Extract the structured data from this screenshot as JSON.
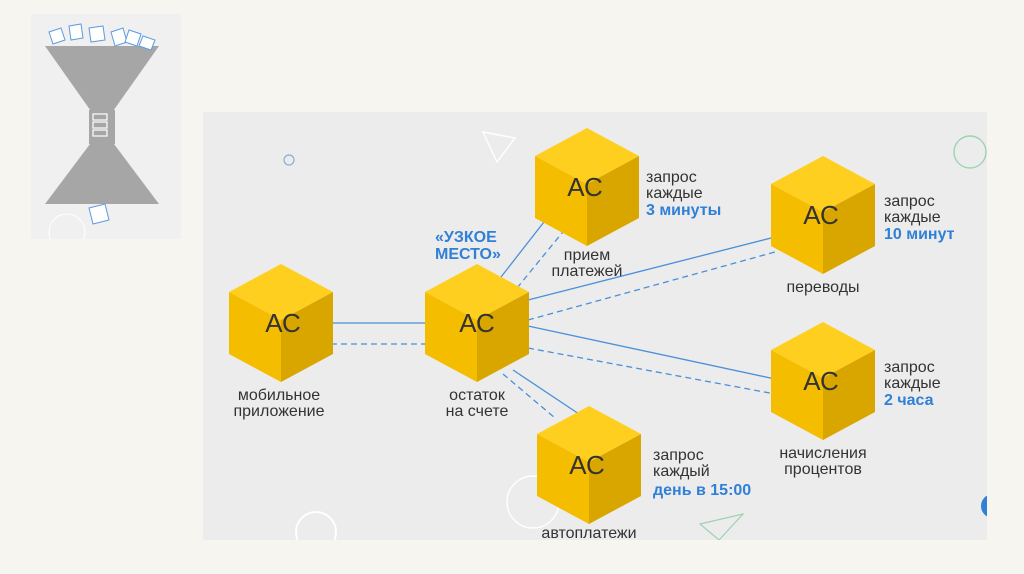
{
  "colors": {
    "page_bg": "#f7f5ef",
    "panel_bg": "#ececec",
    "cube_top": "#ffcf1f",
    "cube_left": "#f5bd00",
    "cube_right": "#d9a600",
    "line": "#4a90d9",
    "highlight": "#2f80d6",
    "funnel": "#a6a6a6"
  },
  "thumbnail": {
    "icons": [
      "document-icon",
      "server-icon"
    ]
  },
  "diagram": {
    "bottleneck_label": [
      "«УЗКОЕ",
      "МЕСТО»"
    ],
    "nodes": [
      {
        "id": "mobile",
        "cube_label": "АС",
        "caption": [
          "мобильное",
          "приложение"
        ]
      },
      {
        "id": "balance",
        "cube_label": "АС",
        "caption": [
          "остаток",
          "на счете"
        ]
      },
      {
        "id": "payments",
        "cube_label": "АС",
        "caption": [
          "прием",
          "платежей"
        ],
        "note": [
          "запрос",
          "каждые"
        ],
        "note_highlight": "3 минуты"
      },
      {
        "id": "transfers",
        "cube_label": "АС",
        "caption": [
          "переводы"
        ],
        "note": [
          "запрос",
          "каждые"
        ],
        "note_highlight": "10 минут"
      },
      {
        "id": "interest",
        "cube_label": "АС",
        "caption": [
          "начисления",
          "процентов"
        ],
        "note": [
          "запрос",
          "каждые"
        ],
        "note_highlight": "2 часа"
      },
      {
        "id": "autopay",
        "cube_label": "АС",
        "caption": [
          "автоплатежи"
        ],
        "note": [
          "запрос",
          "каждый"
        ],
        "note_highlight": "день в 15:00"
      }
    ]
  }
}
